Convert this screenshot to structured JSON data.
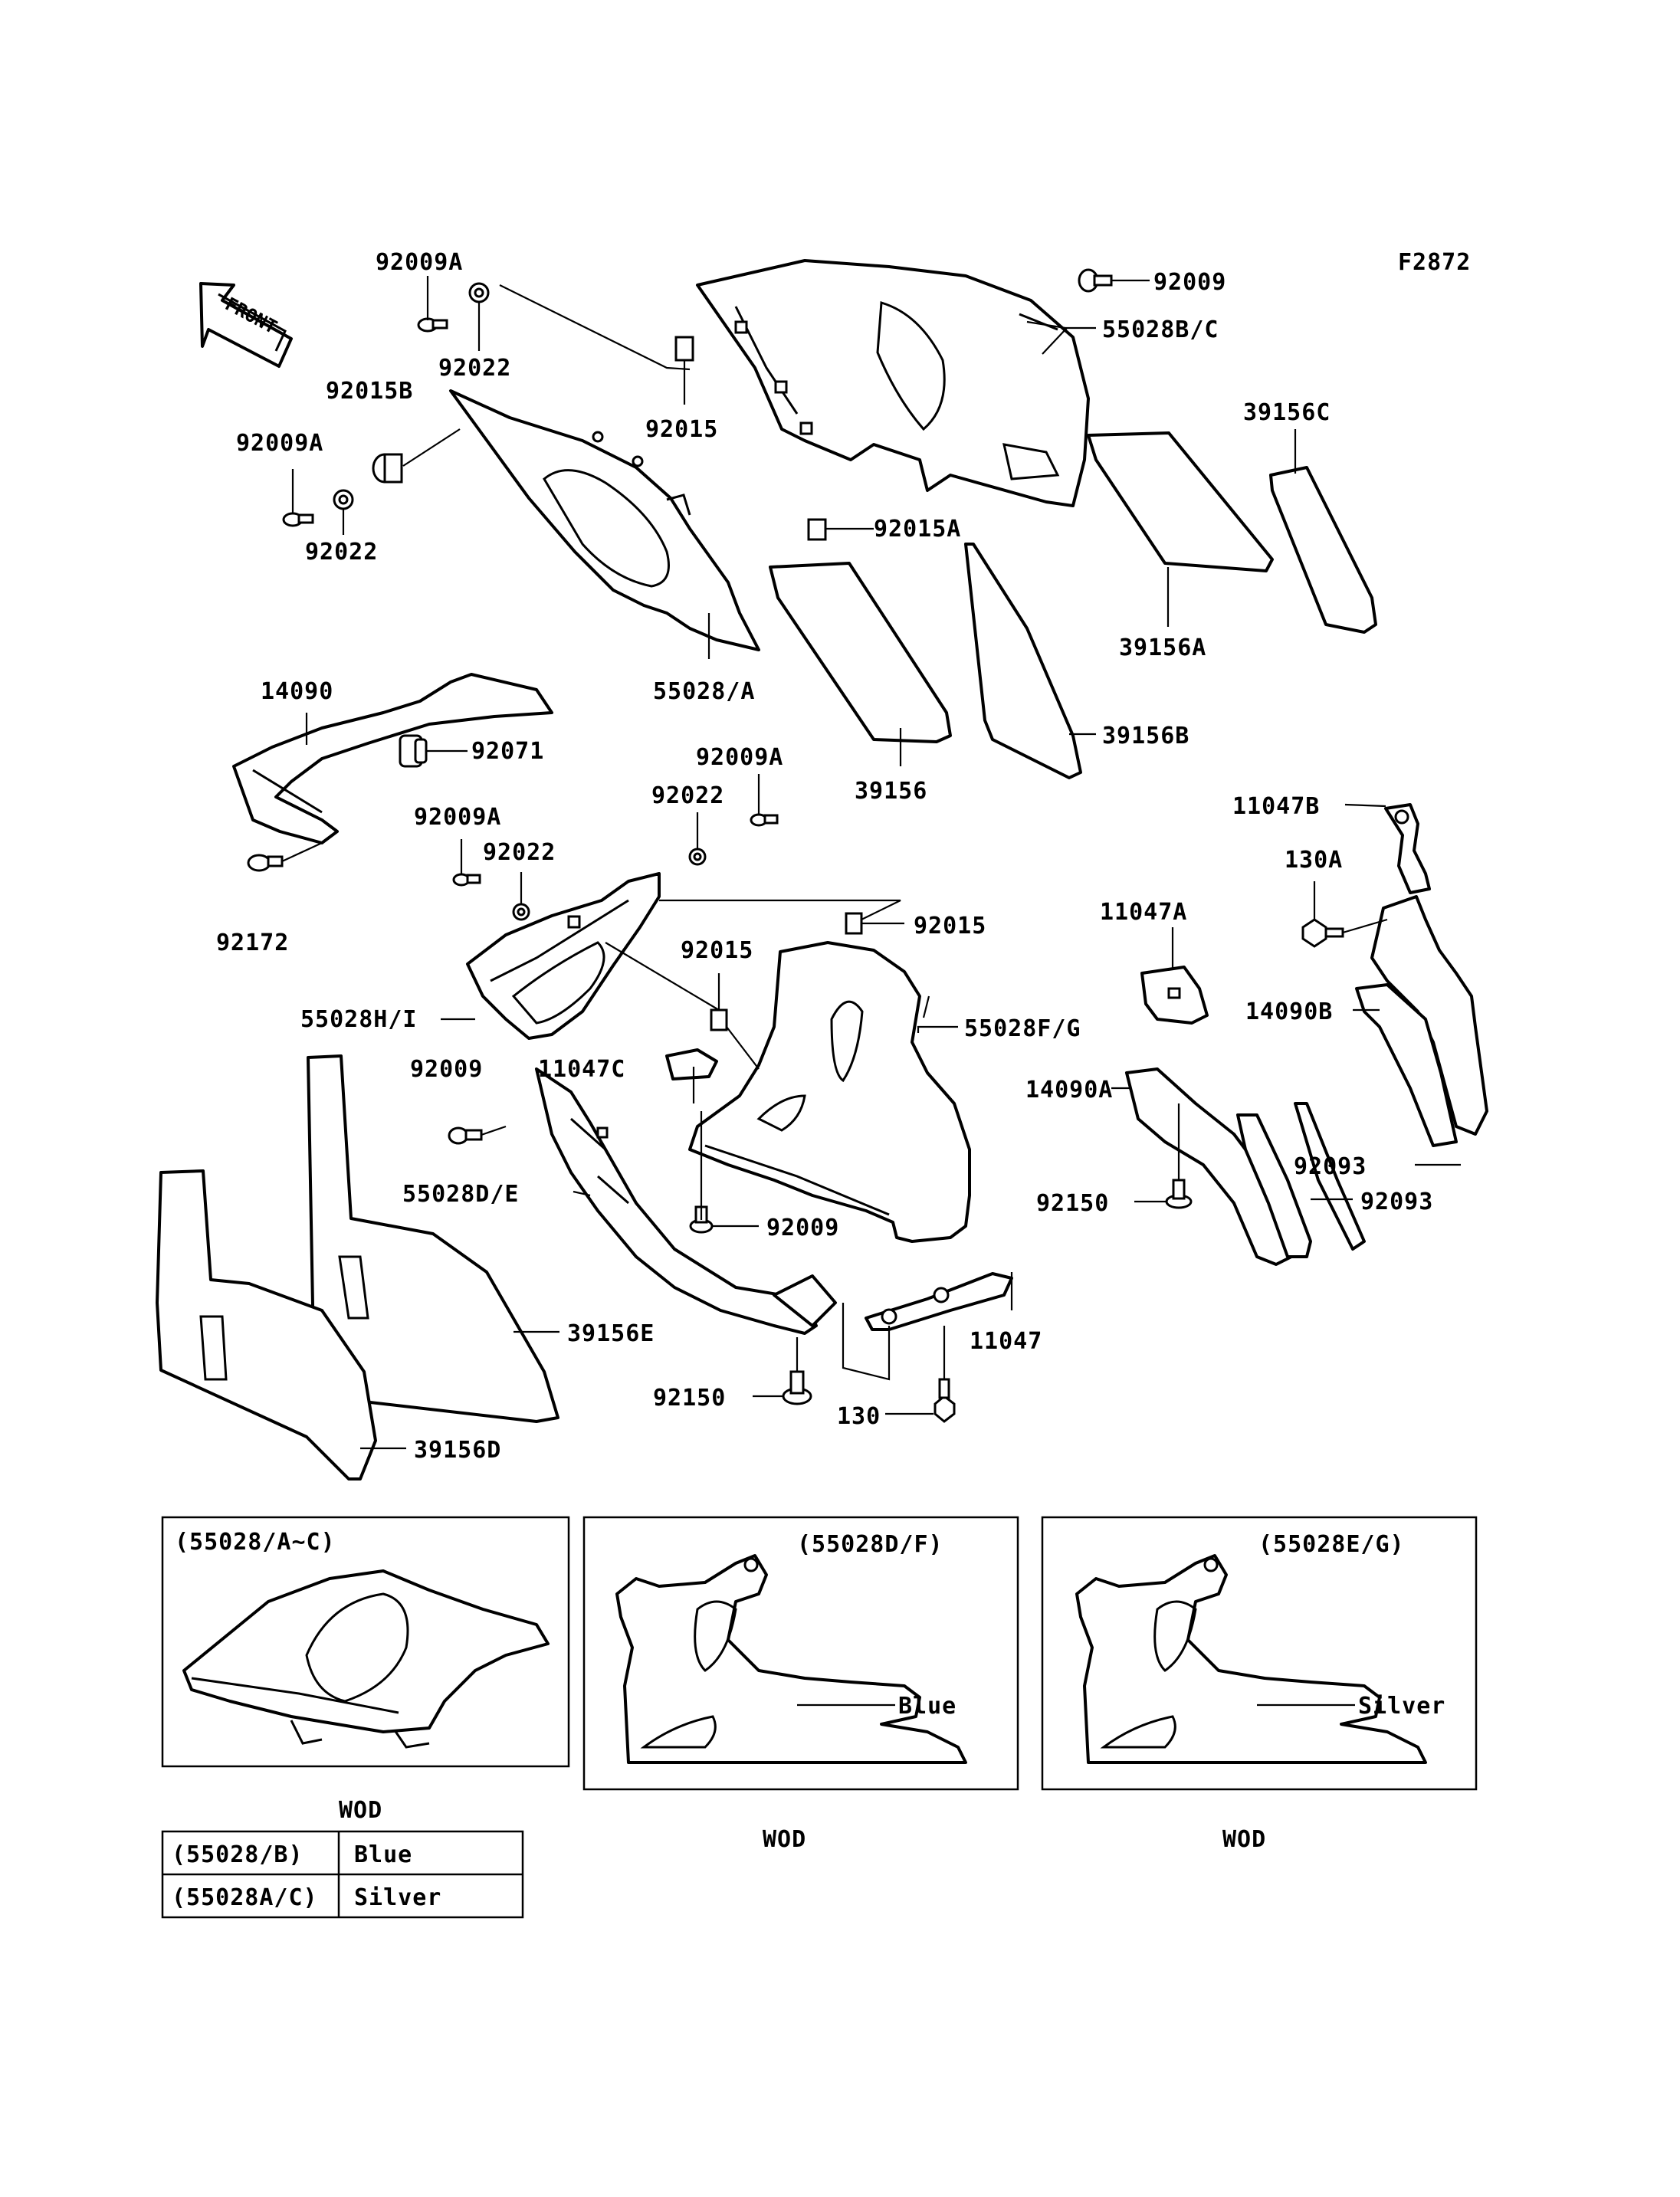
{
  "figure_code": "F2872",
  "front_arrow_label": "FRONT",
  "labels": {
    "l_92009A_top": "92009A",
    "l_92022_top": "92022",
    "l_92015B": "92015B",
    "l_92009A_left": "92009A",
    "l_92022_left": "92022",
    "l_92015_top": "92015",
    "l_92009_top": "92009",
    "l_55028BC": "55028B/C",
    "l_39156C": "39156C",
    "l_92015A": "92015A",
    "l_39156A": "39156A",
    "l_55028A": "55028/A",
    "l_39156": "39156",
    "l_39156B": "39156B",
    "l_14090": "14090",
    "l_92071": "92071",
    "l_92009A_mid": "92009A",
    "l_92022_mid": "92022",
    "l_92009A_mid2": "92009A",
    "l_92022_mid2": "92022",
    "l_92172": "92172",
    "l_11047B": "11047B",
    "l_130A": "130A",
    "l_92015_mid": "92015",
    "l_92015_mid2": "92015",
    "l_11047A": "11047A",
    "l_55028HI": "55028H/I",
    "l_55028FG": "55028F/G",
    "l_14090B": "14090B",
    "l_92009_mid": "92009",
    "l_11047C": "11047C",
    "l_14090A": "14090A",
    "l_92093_a": "92093",
    "l_55028DE": "55028D/E",
    "l_92009_low": "92009",
    "l_92150_right": "92150",
    "l_92093_b": "92093",
    "l_39156E": "39156E",
    "l_11047": "11047",
    "l_92150_low": "92150",
    "l_130": "130",
    "l_39156D": "39156D"
  },
  "insets": [
    {
      "title": "(55028/A~C)",
      "caption": "WOD"
    },
    {
      "title": "(55028D/F)",
      "caption": "WOD",
      "color_label": "Blue"
    },
    {
      "title": "(55028E/G)",
      "caption": "WOD",
      "color_label": "Silver"
    }
  ],
  "color_table": [
    {
      "part": "(55028/B)",
      "color": "Blue"
    },
    {
      "part": "(55028A/C)",
      "color": "Silver"
    }
  ]
}
